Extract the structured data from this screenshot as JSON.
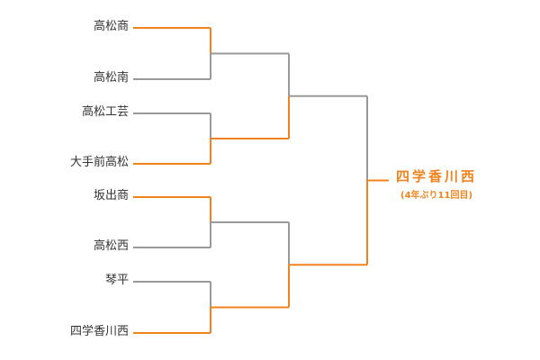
{
  "teams": [
    "高松商",
    "高松南",
    "高松工芸",
    "大手前高松",
    "坂出商",
    "高松西",
    "琴平",
    "四学香川西"
  ],
  "rounds": [
    {
      "winners": [
        0,
        1,
        0,
        1
      ]
    },
    {
      "winners": [
        1,
        1
      ]
    },
    {
      "winners": [
        1
      ]
    }
  ],
  "champion": {
    "name": "四学香川西",
    "note": "(4年ぶり11回目)"
  },
  "colors": {
    "win": "#f0831e",
    "lose": "#999999"
  }
}
